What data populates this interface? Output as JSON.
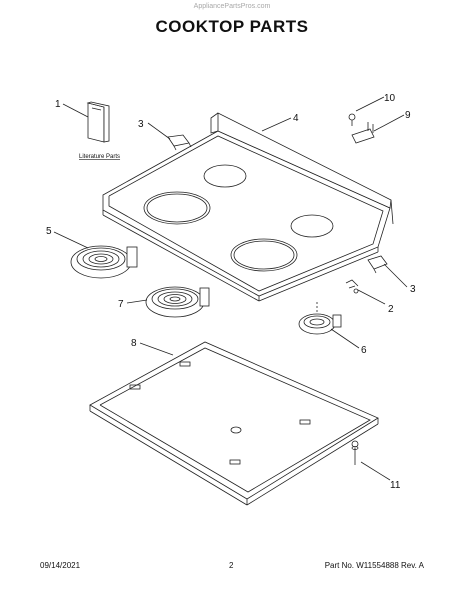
{
  "header": {
    "watermark": "AppliancePartsPros.com",
    "title": "COOKTOP PARTS"
  },
  "literature_label": "Literature Parts",
  "callouts": {
    "c1": "1",
    "c2": "2",
    "c3a": "3",
    "c3b": "3",
    "c4": "4",
    "c5": "5",
    "c6": "6",
    "c7": "7",
    "c8": "8",
    "c9": "9",
    "c10": "10",
    "c11": "11"
  },
  "footer": {
    "date": "09/14/2021",
    "page": "2",
    "part": "Part No. W11554888  Rev. A"
  }
}
